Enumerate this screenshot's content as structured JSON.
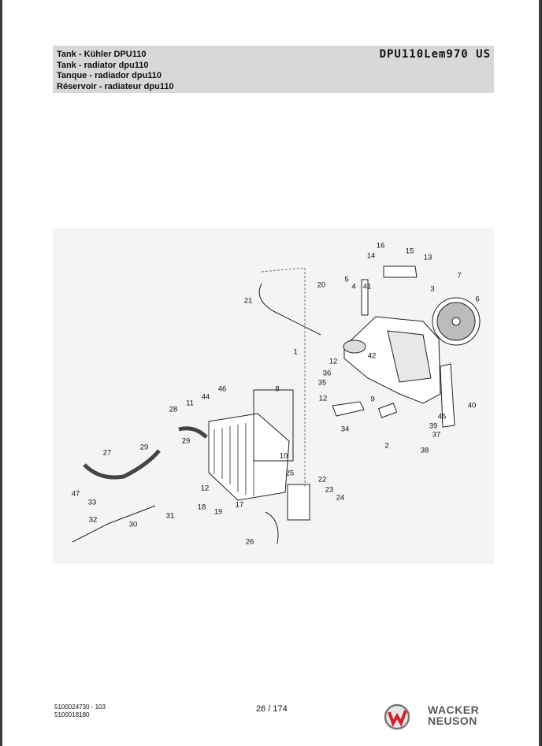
{
  "header": {
    "titles": [
      "Tank - Kühler DPU110",
      "Tank - radiator dpu110",
      "Tanque - radiador dpu110",
      "Réservoir - radiateur dpu110"
    ],
    "model_code": "DPU110Lem970 US"
  },
  "diagram": {
    "callouts": [
      "16",
      "15",
      "14",
      "13",
      "5",
      "20",
      "4",
      "41",
      "3",
      "7",
      "6",
      "21",
      "1",
      "42",
      "12",
      "36",
      "35",
      "8",
      "46",
      "44",
      "11",
      "12",
      "9",
      "40",
      "45",
      "28",
      "34",
      "39",
      "37",
      "29",
      "29",
      "2",
      "38",
      "27",
      "10",
      "25",
      "22",
      "23",
      "24",
      "12",
      "47",
      "33",
      "18",
      "17",
      "19",
      "31",
      "32",
      "30",
      "26"
    ]
  },
  "footer": {
    "doc_number": "5100024730 - 103",
    "part_number": "5100018180",
    "page": "26 / 174",
    "brand_line1": "WACKER",
    "brand_line2": "NEUSON",
    "brand_red": "#d4202a"
  }
}
